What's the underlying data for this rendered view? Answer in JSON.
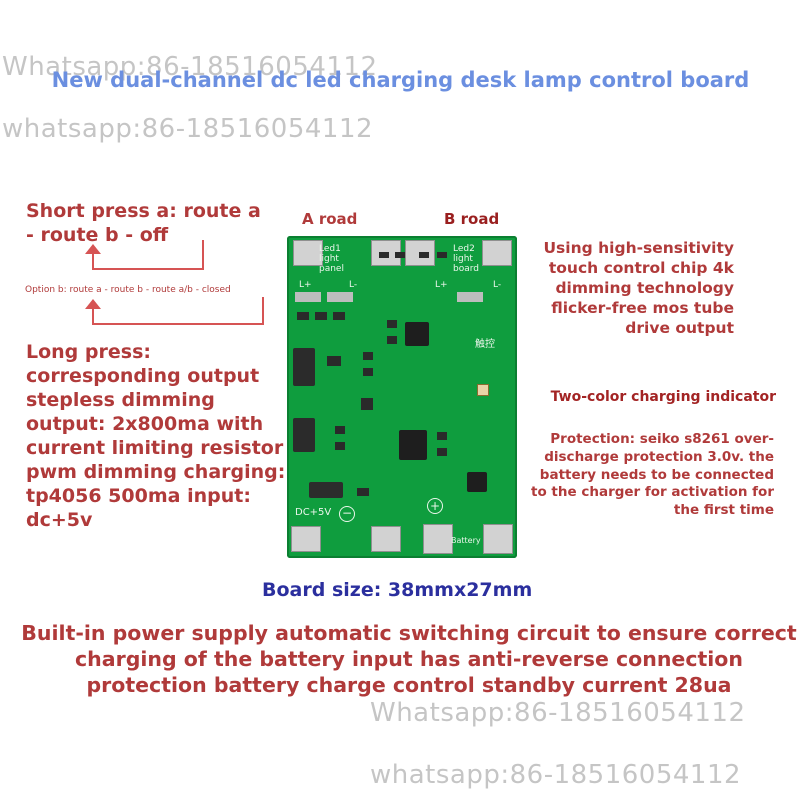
{
  "watermarks": {
    "top1": "Whatsapp:86-18516054112",
    "top2": "whatsapp:86-18516054112",
    "bottom1": "Whatsapp:86-18516054112",
    "bottom2": "whatsapp:86-18516054112"
  },
  "title": "New dual-channel dc led charging desk lamp control board",
  "short_press": "Short press a: route a - route b - off",
  "option_b": "Option b: route a - route b - route a/b - closed",
  "long_press": "Long press: corresponding output stepless dimming output: 2x800ma with current limiting resistor pwm dimming charging: tp4056 500ma input: dc+5v",
  "a_road": "A road",
  "b_road": "B road",
  "touch_chip": "Using high-sensitivity touch control chip 4k dimming technology flicker-free mos tube drive output",
  "charging_indicator": "Two-color charging indicator",
  "protection": "Protection: seiko s8261 over-discharge protection 3.0v. the battery needs to be connected to the charger for activation for the first time",
  "board_size": "Board size: 38mmx27mm",
  "builtin": "Built-in power supply automatic switching circuit to ensure correct charging of the battery input has anti-reverse connection protection battery charge control standby current 28ua",
  "board_silk": {
    "led1": "Led1 light panel",
    "led2": "Led2 light board",
    "l_plus_1": "L+",
    "l_minus_1": "L-",
    "l_plus_2": "L+",
    "l_minus_2": "L-",
    "touch": "触控",
    "dc": "DC+5V",
    "battery": "Battery"
  },
  "colors": {
    "title": "#6b8fe0",
    "callout_red": "#b03a3a",
    "board_size_blue": "#2b2f9e",
    "pcb_green": "#0f9d3e"
  }
}
